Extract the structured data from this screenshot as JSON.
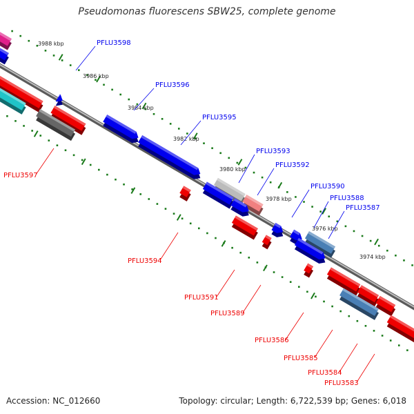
{
  "title": "Pseudomonas fluorescens SBW25, complete genome",
  "footer": {
    "accession": "Accession: NC_012660",
    "topology": "Topology: circular; Length: 6,722,539 bp; Genes: 6,018"
  },
  "colors": {
    "forward_strand": "#0000ee",
    "reverse_strand": "#ee0000",
    "backbone": "#8c8c8c",
    "tick": "#1a7a1a"
  },
  "ruler": [
    {
      "label": "3988 kbp"
    },
    {
      "label": "3986 kbp"
    },
    {
      "label": "3984 kbp"
    },
    {
      "label": "3982 kbp"
    },
    {
      "label": "3980 kbp"
    },
    {
      "label": "3978 kbp"
    },
    {
      "label": "3976 kbp"
    },
    {
      "label": "3974 kbp"
    }
  ],
  "gene_labels": {
    "forward": [
      {
        "name": "PFLU3598"
      },
      {
        "name": "PFLU3596"
      },
      {
        "name": "PFLU3595"
      },
      {
        "name": "PFLU3593"
      },
      {
        "name": "PFLU3592"
      },
      {
        "name": "PFLU3590"
      },
      {
        "name": "PFLU3588"
      },
      {
        "name": "PFLU3587"
      }
    ],
    "reverse": [
      {
        "name": "PFLU3597"
      },
      {
        "name": "PFLU3594"
      },
      {
        "name": "PFLU3591"
      },
      {
        "name": "PFLU3589"
      },
      {
        "name": "PFLU3586"
      },
      {
        "name": "PFLU3585"
      },
      {
        "name": "PFLU3584"
      },
      {
        "name": "PFLU3583"
      }
    ]
  }
}
